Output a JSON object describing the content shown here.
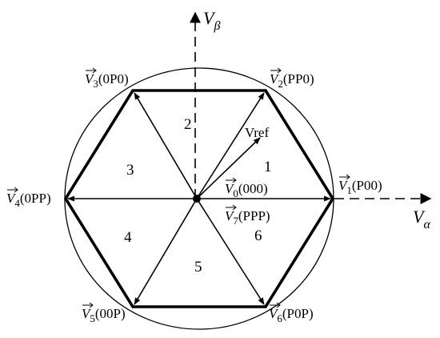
{
  "axes": {
    "alpha": {
      "letter": "V",
      "subscript": "α"
    },
    "beta": {
      "letter": "V",
      "subscript": "β"
    }
  },
  "vectors": {
    "v0": {
      "letter": "V",
      "index": "0",
      "state": "(000)"
    },
    "v1": {
      "letter": "V",
      "index": "1",
      "state": "(P00)"
    },
    "v2": {
      "letter": "V",
      "index": "2",
      "state": "(PP0)"
    },
    "v3": {
      "letter": "V",
      "index": "3",
      "state": "(0P0)"
    },
    "v4": {
      "letter": "V",
      "index": "4",
      "state": "(0PP)"
    },
    "v5": {
      "letter": "V",
      "index": "5",
      "state": "(00P)"
    },
    "v6": {
      "letter": "V",
      "index": "6",
      "state": "(P0P)"
    },
    "v7": {
      "letter": "V",
      "index": "7",
      "state": "(PPP)"
    }
  },
  "vref": {
    "label": "Vref"
  },
  "sectors": [
    "1",
    "2",
    "3",
    "4",
    "5",
    "6"
  ],
  "colors": {
    "stroke": "#000000",
    "background": "#ffffff"
  }
}
